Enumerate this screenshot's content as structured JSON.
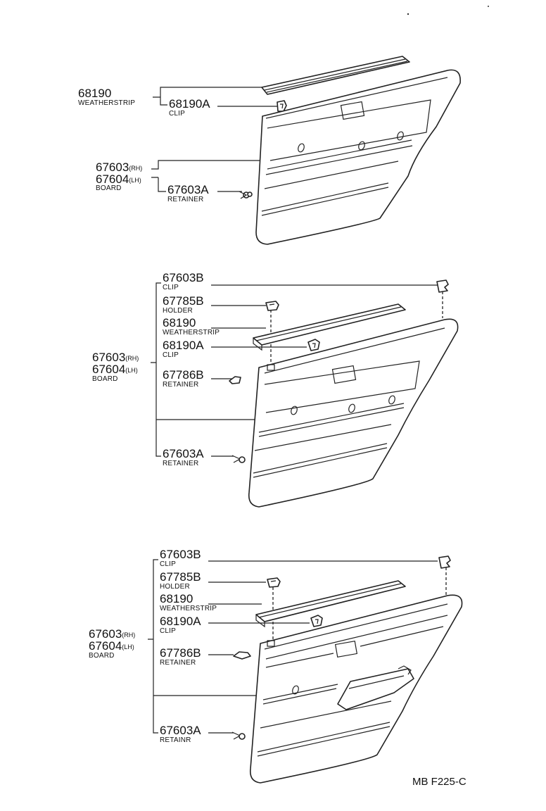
{
  "diagram_code": "MB F225-C",
  "sections": [
    {
      "labels": [
        {
          "part": "68190",
          "suffix": "",
          "name": "WEATHERSTRIP"
        },
        {
          "part": "68190A",
          "suffix": "",
          "name": "CLIP"
        },
        {
          "part": "67603",
          "suffix": "(RH)",
          "name": ""
        },
        {
          "part": "67604",
          "suffix": "(LH)",
          "name": "BOARD"
        },
        {
          "part": "67603A",
          "suffix": "",
          "name": "RETAINER"
        }
      ]
    },
    {
      "labels": [
        {
          "part": "67603B",
          "suffix": "",
          "name": "CLIP"
        },
        {
          "part": "67785B",
          "suffix": "",
          "name": "HOLDER"
        },
        {
          "part": "68190",
          "suffix": "",
          "name": "WEATHERSTRIP"
        },
        {
          "part": "68190A",
          "suffix": "",
          "name": "CLIP"
        },
        {
          "part": "67603",
          "suffix": "(RH)",
          "name": ""
        },
        {
          "part": "67604",
          "suffix": "(LH)",
          "name": "BOARD"
        },
        {
          "part": "67786B",
          "suffix": "",
          "name": "RETAINER"
        },
        {
          "part": "67603A",
          "suffix": "",
          "name": "RETAINER"
        }
      ]
    },
    {
      "labels": [
        {
          "part": "67603B",
          "suffix": "",
          "name": "CLIP"
        },
        {
          "part": "67785B",
          "suffix": "",
          "name": "HOLDER"
        },
        {
          "part": "68190",
          "suffix": "",
          "name": "WEATHERSTRIP"
        },
        {
          "part": "68190A",
          "suffix": "",
          "name": "CLIP"
        },
        {
          "part": "67603",
          "suffix": "(RH)",
          "name": ""
        },
        {
          "part": "67604",
          "suffix": "(LH)",
          "name": "BOARD"
        },
        {
          "part": "67786B",
          "suffix": "",
          "name": "RETAINER"
        },
        {
          "part": "67603A",
          "suffix": "",
          "name": "RETAINR"
        }
      ]
    }
  ]
}
